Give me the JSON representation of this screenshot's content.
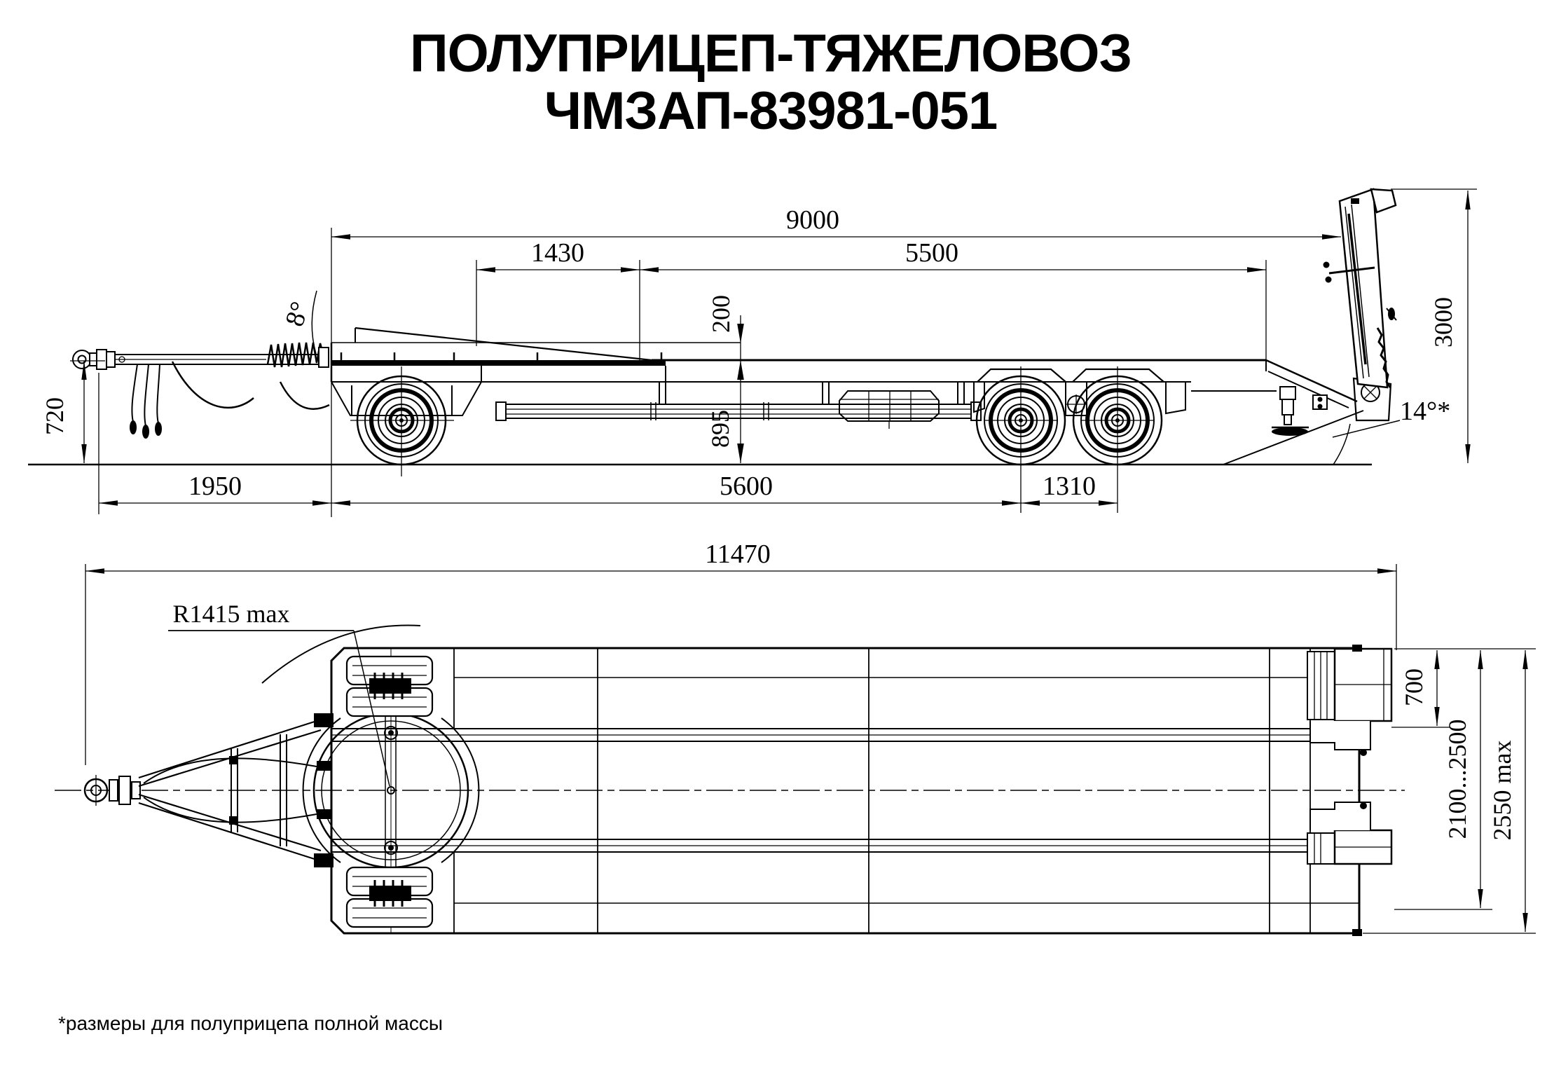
{
  "title": {
    "line1": "ПОЛУПРИЦЕП-ТЯЖЕЛОВОЗ",
    "line2": "ЧМЗАП-83981-051"
  },
  "footnote": "*размеры для полуприцепа полной массы",
  "colors": {
    "ink": "#000000",
    "background": "#ffffff"
  },
  "side_view": {
    "dims": {
      "deck_length": "9000",
      "ramp_section": "1430",
      "platform_length": "5500",
      "deck_step": "200",
      "deck_height": "895",
      "coupling_height": "720",
      "drawbar_length": "1950",
      "wheelbase": "5600",
      "bogie_spacing": "1310",
      "ramp_raised_height": "3000",
      "gooseneck_angle": "8°",
      "loading_angle": "14°*"
    }
  },
  "top_view": {
    "dims": {
      "overall_length": "11470",
      "turning_radius": "R1415 max",
      "ramp_width": "700",
      "track_adjustable": "2100...2500",
      "overall_width": "2550 max"
    }
  }
}
